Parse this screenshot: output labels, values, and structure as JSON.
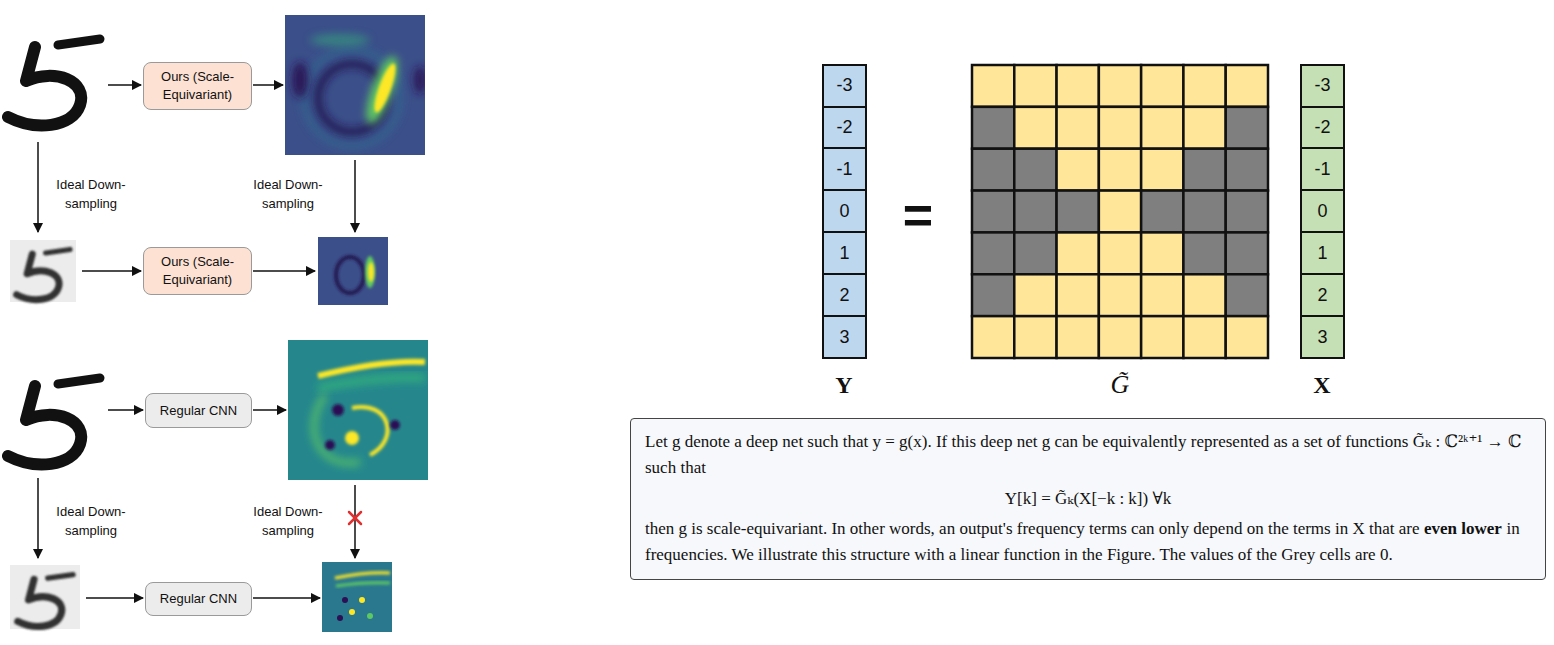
{
  "diagram": {
    "nodes": [
      {
        "text": [
          "Ours (Scale-Equivariant)"
        ]
      },
      {
        "text": [
          "Ours (Scale-Equivariant)"
        ]
      },
      {
        "text": [
          "Regular CNN"
        ]
      },
      {
        "text": [
          "Regular CNN"
        ]
      },
      {
        "text": [
          "-3"
        ]
      },
      {
        "text": [
          "-2"
        ]
      },
      {
        "text": [
          "-1"
        ]
      },
      {
        "text": [
          "0"
        ]
      },
      {
        "text": [
          "1"
        ]
      },
      {
        "text": [
          "2"
        ]
      },
      {
        "text": [
          "3"
        ]
      },
      {
        "text": [
          "-3"
        ]
      },
      {
        "text": [
          "-2"
        ]
      },
      {
        "text": [
          "-1"
        ]
      },
      {
        "text": [
          "0"
        ]
      },
      {
        "text": [
          "1"
        ]
      },
      {
        "text": [
          "2"
        ]
      },
      {
        "text": [
          "3"
        ]
      },
      {
        "text": [
          "Let g denote a deep net such that y = g(x). If this deep net g can be equivalently represented as a set of functions G̃ₖ : ℂ²ᵏ⁺¹ → ℂ such that",
          "Y[k] = G̃ₖ(X[−k : k]) ∀k",
          "then g is scale-equivariant. In other words, an output's frequency terms can only depend on the terms in X that are",
          "even lower",
          "in frequencies. We illustrate this structure with a linear function in the Figure. The values of the Grey cells are 0."
        ]
      }
    ],
    "labels": [
      "Ideal Down-sampling",
      "Ideal Down-sampling",
      "Ideal Down-sampling",
      "Ideal Down-sampling",
      "Y",
      "=",
      "G̃",
      "X"
    ]
  }
}
